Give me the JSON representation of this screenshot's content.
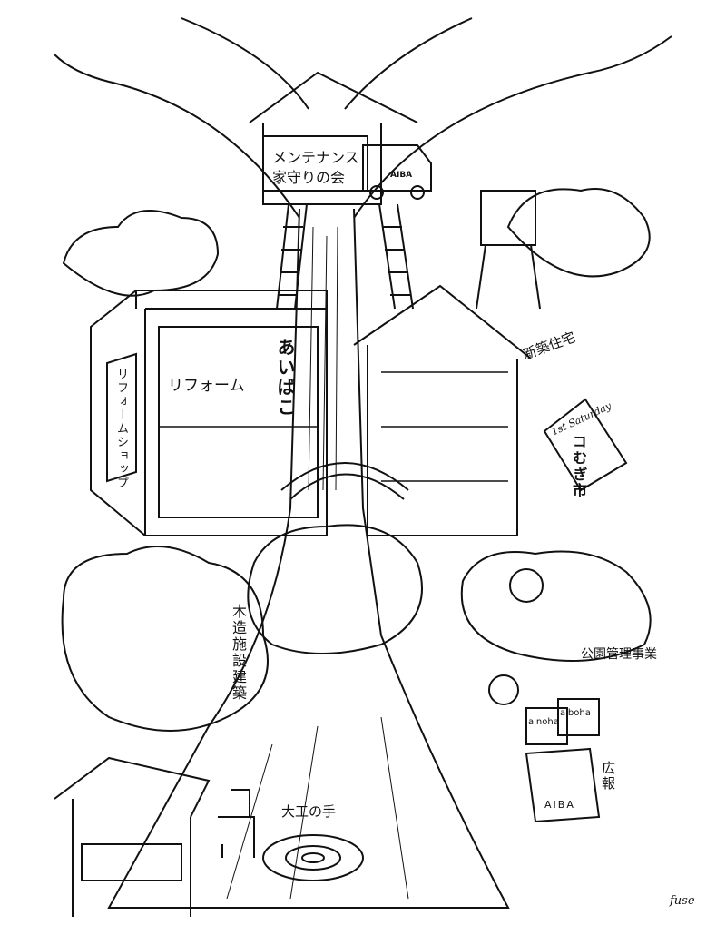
{
  "labels": {
    "maintenance_line1": "メンテナンス",
    "maintenance_line2": "家守りの会",
    "truck_logo": "AIBA",
    "reform": "リフォーム",
    "aibako_sign": "あいばこ",
    "reform_shop": "リフォームショップ",
    "new_house": "新築住宅",
    "first_saturday": "1st Saturday",
    "komugi_market": "コむぎ市",
    "wooden_facility": "木造施設建築",
    "park_management": "公園管理事業",
    "pr": "広報",
    "bag_logo": "AIBA",
    "magazine_1": "ainoha",
    "magazine_2": "aiboha",
    "carpenter": "大工の手",
    "signature": "fuse"
  }
}
